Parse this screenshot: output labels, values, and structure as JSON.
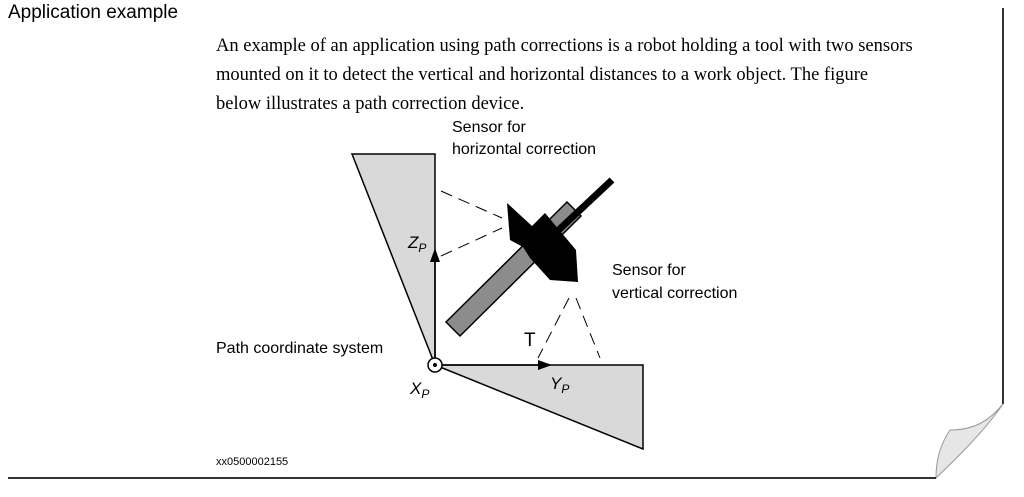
{
  "document": {
    "heading": "Application example",
    "paragraph_lines": [
      "An example of an application using path corrections is a robot holding a tool with two sensors",
      "mounted on it to detect the vertical and horizontal distances to a work object. The figure",
      "below illustrates a path correction device."
    ]
  },
  "figure": {
    "labels": {
      "sensor_horizontal_line1": "Sensor for",
      "sensor_horizontal_line2": "horizontal correction",
      "sensor_vertical_line1": "Sensor for",
      "sensor_vertical_line2": "vertical correction",
      "path_coordinate_system": "Path coordinate system",
      "zp": "Z",
      "zp_sub": "P",
      "xp": "X",
      "xp_sub": "P",
      "yp": "Y",
      "yp_sub": "P",
      "t": "T"
    },
    "id": "xx0500002155",
    "colors": {
      "surface_fill": "#d9d9d9",
      "tool_fill": "#8c8c8c",
      "ink": "#000000"
    }
  }
}
